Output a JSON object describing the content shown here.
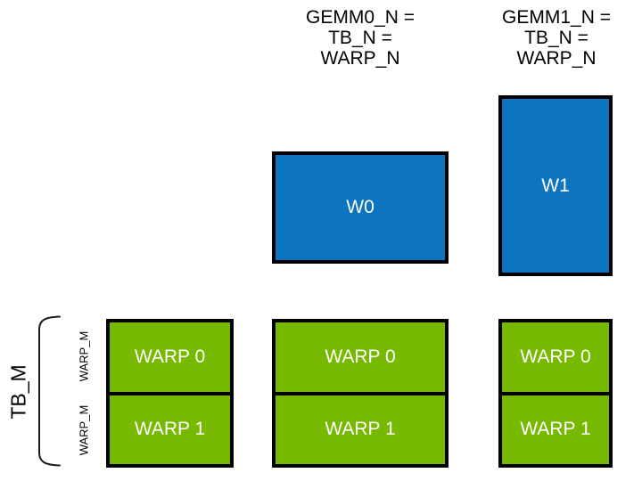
{
  "colors": {
    "blue": "#0d74bf",
    "green": "#76b900",
    "border": "#000000",
    "label_text": "#000000",
    "box_text": "#ffffff",
    "background": "#ffffff"
  },
  "top_labels": [
    {
      "lines": [
        "GEMM0_N =",
        "TB_N =",
        "WARP_N"
      ]
    },
    {
      "lines": [
        "GEMM1_N =",
        "TB_N =",
        "WARP_N"
      ]
    }
  ],
  "warp_boxes": [
    {
      "label": "W0"
    },
    {
      "label": "W1"
    }
  ],
  "left_axis": {
    "bracket_label": "TB_M",
    "row_labels": [
      "WARP_M",
      "WARP_M"
    ]
  },
  "warp_columns": [
    {
      "rows": [
        "WARP 0",
        "WARP 1"
      ]
    },
    {
      "rows": [
        "WARP 0",
        "WARP 1"
      ]
    },
    {
      "rows": [
        "WARP 0",
        "WARP 1"
      ]
    }
  ]
}
